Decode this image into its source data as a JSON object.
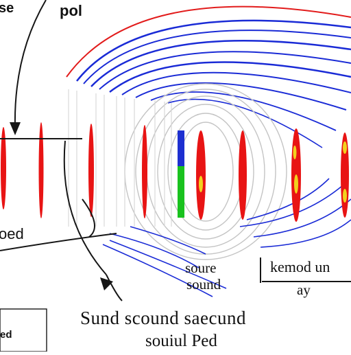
{
  "labels": {
    "top_left": "se",
    "top_center": "pol",
    "left_mid": "oed",
    "source_line_1": "soure",
    "source_line_2": "sound",
    "right_line_1": "kemod un",
    "right_line_2": "ay",
    "caption_line_1": "Sund scound saecund",
    "caption_line_2": "souiul Ped",
    "bottom_left": "ed"
  },
  "colors": {
    "wave_blue": "#1a2bd6",
    "wave_red": "#e21b1b",
    "band_red": "#e81414",
    "band_yellow": "#f2d21e",
    "band_green": "#19c21e",
    "band_blue": "#1d2fd0",
    "ring_gray": "#bdbdbd",
    "line_dark": "#161616"
  }
}
